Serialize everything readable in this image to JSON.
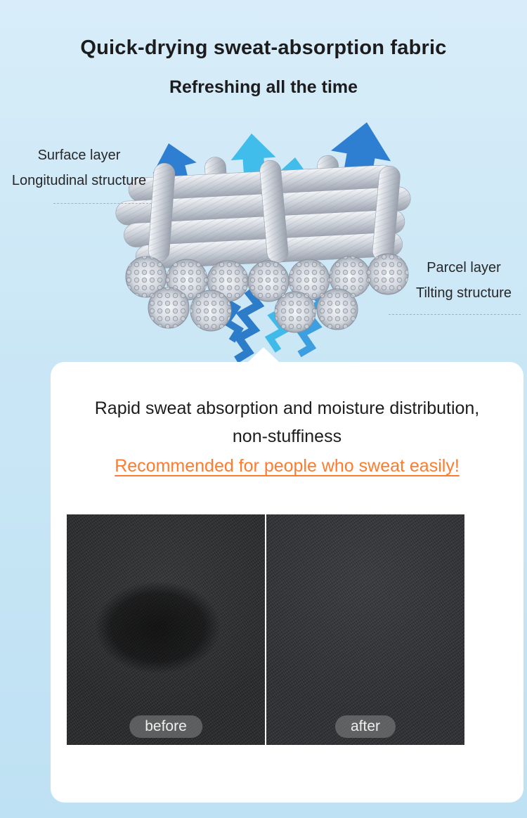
{
  "colors": {
    "background_blue": "#cbe7f6",
    "arrow_dark_blue": "#2e7fd2",
    "arrow_cyan": "#41bdec",
    "highlight_orange": "#ff7b2e",
    "card_background": "#ffffff",
    "fabric_dark": "#2c2d2f"
  },
  "header": {
    "title": "Quick-drying sweat-absorption fabric",
    "subtitle": "Refreshing all the time"
  },
  "diagram": {
    "surface_label": "Surface layer",
    "surface_sublabel": "Longitudinal structure",
    "parcel_label": "Parcel layer",
    "parcel_sublabel": "Tilting structure"
  },
  "card": {
    "desc_line1": "Rapid sweat absorption and moisture distribution,",
    "desc_line2": "non-stuffiness",
    "recommendation": "Recommended for people who sweat easily!",
    "comparison": {
      "before_label": "before",
      "after_label": "after"
    }
  }
}
